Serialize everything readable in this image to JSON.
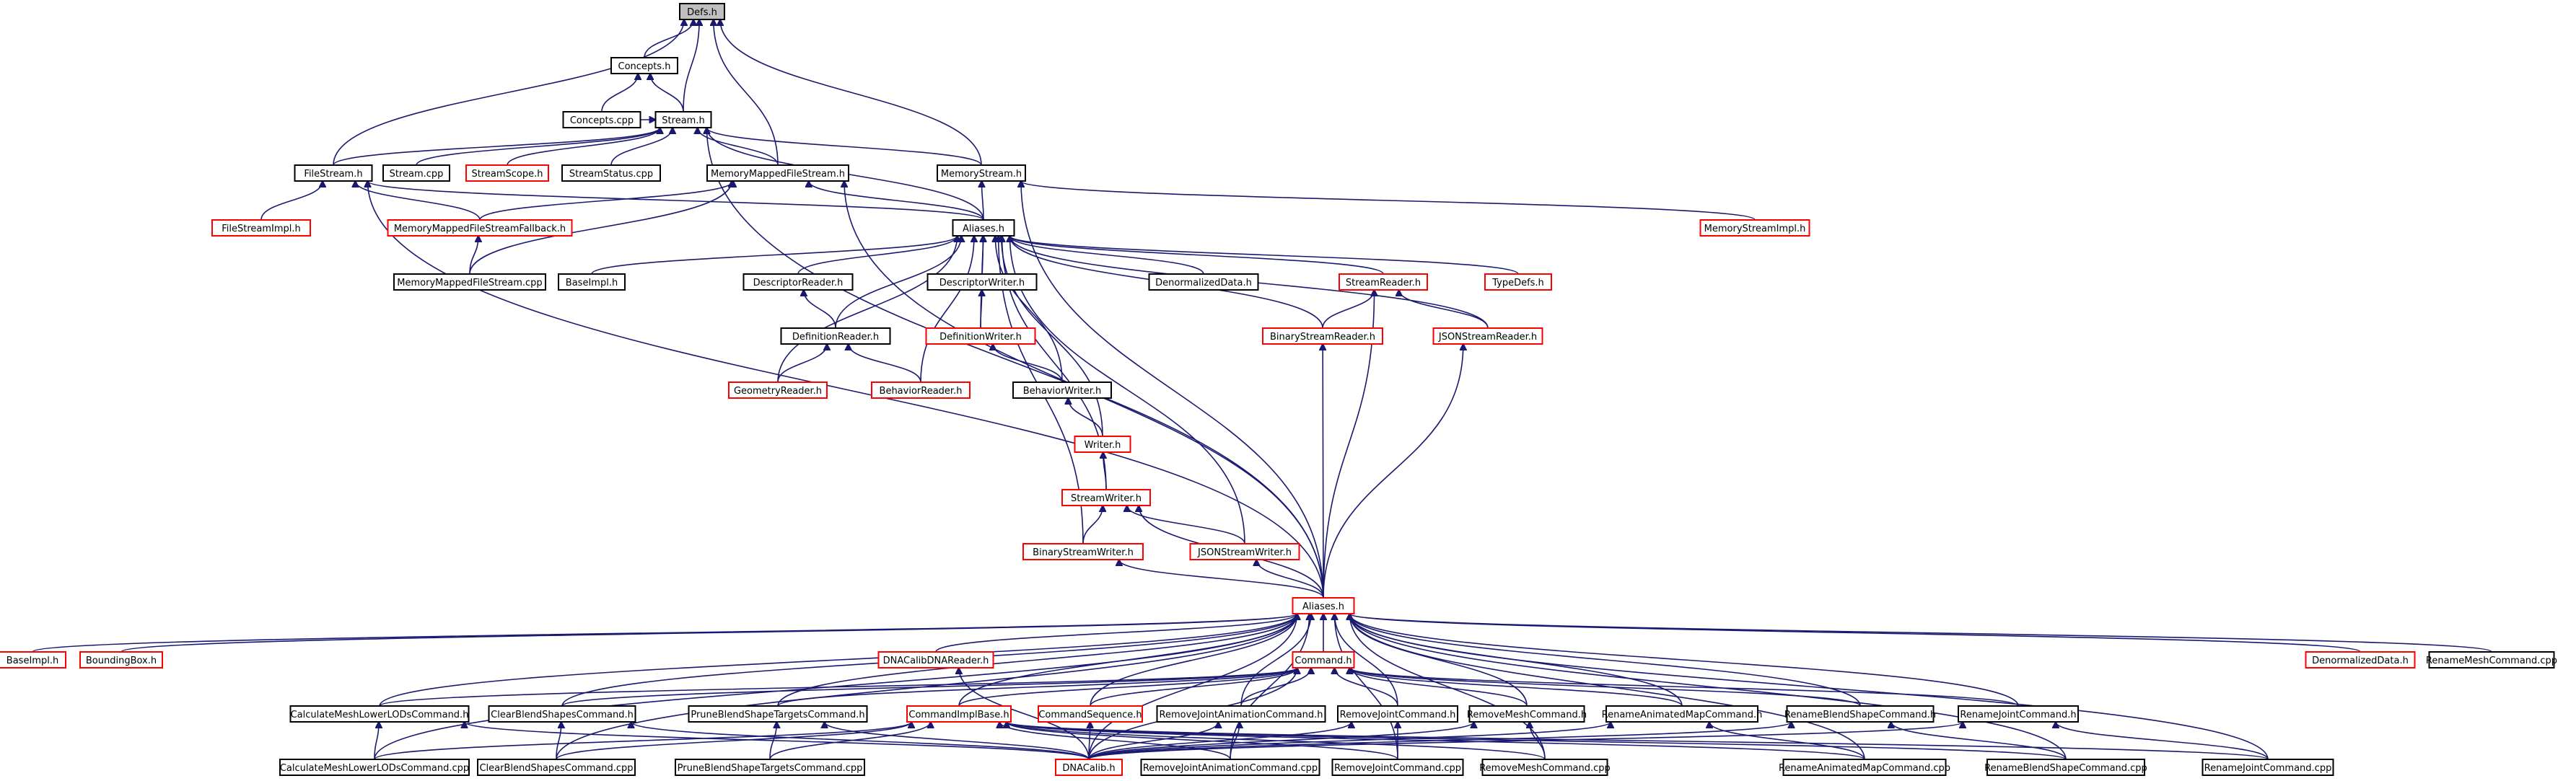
{
  "colors": {
    "edge": "#191970",
    "node_border_black": "#000000",
    "node_border_red": "#ff0000",
    "root_fill": "#bfbfbf",
    "text": "#000000",
    "background": "#ffffff"
  },
  "nodes": [
    {
      "id": "defs_h",
      "label": "Defs.h",
      "border": "black",
      "root": true
    },
    {
      "id": "concepts_h",
      "label": "Concepts.h",
      "border": "black"
    },
    {
      "id": "concepts_cpp",
      "label": "Concepts.cpp",
      "border": "black"
    },
    {
      "id": "stream_h",
      "label": "Stream.h",
      "border": "black"
    },
    {
      "id": "filestream_h",
      "label": "FileStream.h",
      "border": "black"
    },
    {
      "id": "stream_cpp",
      "label": "Stream.cpp",
      "border": "black"
    },
    {
      "id": "streamscope_h",
      "label": "StreamScope.h",
      "border": "red"
    },
    {
      "id": "streamstatus_cpp",
      "label": "StreamStatus.cpp",
      "border": "black"
    },
    {
      "id": "mmfs_h",
      "label": "MemoryMappedFileStream.h",
      "border": "black"
    },
    {
      "id": "memstream_h",
      "label": "MemoryStream.h",
      "border": "black"
    },
    {
      "id": "filestreamimpl_h",
      "label": "FileStreamImpl.h",
      "border": "red"
    },
    {
      "id": "mmfsfallback_h",
      "label": "MemoryMappedFileStreamFallback.h",
      "border": "red"
    },
    {
      "id": "aliases_top",
      "label": "Aliases.h",
      "border": "black"
    },
    {
      "id": "memstreamimpl_h",
      "label": "MemoryStreamImpl.h",
      "border": "red"
    },
    {
      "id": "mmfs_cpp",
      "label": "MemoryMappedFileStream.cpp",
      "border": "black"
    },
    {
      "id": "baseimpl_top",
      "label": "BaseImpl.h",
      "border": "black"
    },
    {
      "id": "descreader_h",
      "label": "DescriptorReader.h",
      "border": "black"
    },
    {
      "id": "descwriter_h",
      "label": "DescriptorWriter.h",
      "border": "black"
    },
    {
      "id": "denormdata_top",
      "label": "DenormalizedData.h",
      "border": "black"
    },
    {
      "id": "streamreader_h",
      "label": "StreamReader.h",
      "border": "red"
    },
    {
      "id": "typedefs_h",
      "label": "TypeDefs.h",
      "border": "red"
    },
    {
      "id": "defreader_h",
      "label": "DefinitionReader.h",
      "border": "black"
    },
    {
      "id": "defwriter_h",
      "label": "DefinitionWriter.h",
      "border": "red"
    },
    {
      "id": "binstreamreader_h",
      "label": "BinaryStreamReader.h",
      "border": "red"
    },
    {
      "id": "jsonstreamreader_h",
      "label": "JSONStreamReader.h",
      "border": "red"
    },
    {
      "id": "geomreader_h",
      "label": "GeometryReader.h",
      "border": "red"
    },
    {
      "id": "behavreader_h",
      "label": "BehaviorReader.h",
      "border": "red"
    },
    {
      "id": "behavwriter_h",
      "label": "BehaviorWriter.h",
      "border": "black"
    },
    {
      "id": "writer_h",
      "label": "Writer.h",
      "border": "red"
    },
    {
      "id": "streamwriter_h",
      "label": "StreamWriter.h",
      "border": "red"
    },
    {
      "id": "binstreamwriter_h",
      "label": "BinaryStreamWriter.h",
      "border": "red"
    },
    {
      "id": "jsonstreamwriter_h",
      "label": "JSONStreamWriter.h",
      "border": "red"
    },
    {
      "id": "aliases_mid",
      "label": "Aliases.h",
      "border": "red"
    },
    {
      "id": "baseimpl_bot",
      "label": "BaseImpl.h",
      "border": "red"
    },
    {
      "id": "boundingbox_h",
      "label": "BoundingBox.h",
      "border": "red"
    },
    {
      "id": "dnacalibdnareader_h",
      "label": "DNACalibDNAReader.h",
      "border": "red"
    },
    {
      "id": "command_h",
      "label": "Command.h",
      "border": "red"
    },
    {
      "id": "denormdata_bot",
      "label": "DenormalizedData.h",
      "border": "red"
    },
    {
      "id": "renamemeshcmd_cpp",
      "label": "RenameMeshCommand.cpp",
      "border": "black"
    },
    {
      "id": "calcmesh_h",
      "label": "CalculateMeshLowerLODsCommand.h",
      "border": "black"
    },
    {
      "id": "clearblend_h",
      "label": "ClearBlendShapesCommand.h",
      "border": "black"
    },
    {
      "id": "pruneblend_h",
      "label": "PruneBlendShapeTargetsCommand.h",
      "border": "black"
    },
    {
      "id": "cmdimplbase_h",
      "label": "CommandImplBase.h",
      "border": "red"
    },
    {
      "id": "cmdseq_h",
      "label": "CommandSequence.h",
      "border": "red"
    },
    {
      "id": "rmjointanim_h",
      "label": "RemoveJointAnimationCommand.h",
      "border": "black"
    },
    {
      "id": "rmjoint_h",
      "label": "RemoveJointCommand.h",
      "border": "black"
    },
    {
      "id": "rmmesh_h",
      "label": "RemoveMeshCommand.h",
      "border": "black"
    },
    {
      "id": "renanimmap_h",
      "label": "RenameAnimatedMapCommand.h",
      "border": "black"
    },
    {
      "id": "renblend_h",
      "label": "RenameBlendShapeCommand.h",
      "border": "black"
    },
    {
      "id": "renjoint_h",
      "label": "RenameJointCommand.h",
      "border": "black"
    },
    {
      "id": "calcmesh_cpp",
      "label": "CalculateMeshLowerLODsCommand.cpp",
      "border": "black"
    },
    {
      "id": "clearblend_cpp",
      "label": "ClearBlendShapesCommand.cpp",
      "border": "black"
    },
    {
      "id": "pruneblend_cpp",
      "label": "PruneBlendShapeTargetsCommand.cpp",
      "border": "black"
    },
    {
      "id": "dnacalib_h",
      "label": "DNACalib.h",
      "border": "red"
    },
    {
      "id": "rmjointanim_cpp",
      "label": "RemoveJointAnimationCommand.cpp",
      "border": "black"
    },
    {
      "id": "rmjoint_cpp",
      "label": "RemoveJointCommand.cpp",
      "border": "black"
    },
    {
      "id": "rmmesh_cpp",
      "label": "RemoveMeshCommand.cpp",
      "border": "black"
    },
    {
      "id": "renanimmap_cpp",
      "label": "RenameAnimatedMapCommand.cpp",
      "border": "black"
    },
    {
      "id": "renblend_cpp",
      "label": "RenameBlendShapeCommand.cpp",
      "border": "black"
    },
    {
      "id": "renjoint_cpp",
      "label": "RenameJointCommand.cpp",
      "border": "black"
    }
  ],
  "edges": [
    [
      "concepts_h",
      "defs_h"
    ],
    [
      "stream_h",
      "defs_h"
    ],
    [
      "filestream_h",
      "defs_h"
    ],
    [
      "mmfs_h",
      "defs_h"
    ],
    [
      "memstream_h",
      "defs_h"
    ],
    [
      "concepts_cpp",
      "concepts_h"
    ],
    [
      "stream_h",
      "concepts_h"
    ],
    [
      "concepts_cpp",
      "stream_h"
    ],
    [
      "filestream_h",
      "stream_h"
    ],
    [
      "stream_cpp",
      "stream_h"
    ],
    [
      "streamscope_h",
      "stream_h"
    ],
    [
      "streamstatus_cpp",
      "stream_h"
    ],
    [
      "mmfs_h",
      "stream_h"
    ],
    [
      "memstream_h",
      "stream_h"
    ],
    [
      "aliases_top",
      "stream_h"
    ],
    [
      "aliases_mid",
      "stream_h"
    ],
    [
      "filestreamimpl_h",
      "filestream_h"
    ],
    [
      "mmfsfallback_h",
      "filestream_h"
    ],
    [
      "aliases_top",
      "filestream_h"
    ],
    [
      "aliases_mid",
      "filestream_h"
    ],
    [
      "mmfsfallback_h",
      "mmfs_h"
    ],
    [
      "aliases_top",
      "mmfs_h"
    ],
    [
      "mmfs_cpp",
      "mmfs_h"
    ],
    [
      "aliases_mid",
      "mmfs_h"
    ],
    [
      "aliases_top",
      "memstream_h"
    ],
    [
      "memstreamimpl_h",
      "memstream_h"
    ],
    [
      "aliases_mid",
      "memstream_h"
    ],
    [
      "mmfs_cpp",
      "mmfsfallback_h"
    ],
    [
      "baseimpl_top",
      "aliases_top"
    ],
    [
      "descreader_h",
      "aliases_top"
    ],
    [
      "descwriter_h",
      "aliases_top"
    ],
    [
      "denormdata_top",
      "aliases_top"
    ],
    [
      "streamreader_h",
      "aliases_top"
    ],
    [
      "typedefs_h",
      "aliases_top"
    ],
    [
      "defreader_h",
      "aliases_top"
    ],
    [
      "defwriter_h",
      "aliases_top"
    ],
    [
      "geomreader_h",
      "aliases_top"
    ],
    [
      "behavreader_h",
      "aliases_top"
    ],
    [
      "behavwriter_h",
      "aliases_top"
    ],
    [
      "writer_h",
      "aliases_top"
    ],
    [
      "binstreamreader_h",
      "aliases_top"
    ],
    [
      "jsonstreamreader_h",
      "aliases_top"
    ],
    [
      "streamwriter_h",
      "aliases_top"
    ],
    [
      "binstreamwriter_h",
      "aliases_top"
    ],
    [
      "jsonstreamwriter_h",
      "aliases_top"
    ],
    [
      "defreader_h",
      "descreader_h"
    ],
    [
      "defwriter_h",
      "descwriter_h"
    ],
    [
      "geomreader_h",
      "defreader_h"
    ],
    [
      "behavreader_h",
      "defreader_h"
    ],
    [
      "behavwriter_h",
      "defwriter_h"
    ],
    [
      "writer_h",
      "behavwriter_h"
    ],
    [
      "streamwriter_h",
      "writer_h"
    ],
    [
      "binstreamwriter_h",
      "streamwriter_h"
    ],
    [
      "jsonstreamwriter_h",
      "streamwriter_h"
    ],
    [
      "aliases_mid",
      "streamwriter_h"
    ],
    [
      "binstreamreader_h",
      "streamreader_h"
    ],
    [
      "jsonstreamreader_h",
      "streamreader_h"
    ],
    [
      "aliases_mid",
      "streamreader_h"
    ],
    [
      "aliases_mid",
      "binstreamreader_h"
    ],
    [
      "aliases_mid",
      "jsonstreamreader_h"
    ],
    [
      "aliases_mid",
      "binstreamwriter_h"
    ],
    [
      "aliases_mid",
      "jsonstreamwriter_h"
    ],
    [
      "baseimpl_bot",
      "aliases_mid"
    ],
    [
      "boundingbox_h",
      "aliases_mid"
    ],
    [
      "dnacalibdnareader_h",
      "aliases_mid"
    ],
    [
      "command_h",
      "aliases_mid"
    ],
    [
      "denormdata_bot",
      "aliases_mid"
    ],
    [
      "renamemeshcmd_cpp",
      "aliases_mid"
    ],
    [
      "calcmesh_h",
      "aliases_mid"
    ],
    [
      "clearblend_h",
      "aliases_mid"
    ],
    [
      "pruneblend_h",
      "aliases_mid"
    ],
    [
      "cmdimplbase_h",
      "aliases_mid"
    ],
    [
      "cmdseq_h",
      "aliases_mid"
    ],
    [
      "rmjointanim_h",
      "aliases_mid"
    ],
    [
      "rmjoint_h",
      "aliases_mid"
    ],
    [
      "rmmesh_h",
      "aliases_mid"
    ],
    [
      "renanimmap_h",
      "aliases_mid"
    ],
    [
      "renblend_h",
      "aliases_mid"
    ],
    [
      "renjoint_h",
      "aliases_mid"
    ],
    [
      "calcmesh_cpp",
      "aliases_mid"
    ],
    [
      "clearblend_cpp",
      "aliases_mid"
    ],
    [
      "dnacalib_h",
      "aliases_mid"
    ],
    [
      "rmjointanim_cpp",
      "aliases_mid"
    ],
    [
      "rmjoint_cpp",
      "aliases_mid"
    ],
    [
      "rmmesh_cpp",
      "aliases_mid"
    ],
    [
      "renanimmap_cpp",
      "aliases_mid"
    ],
    [
      "renblend_cpp",
      "aliases_mid"
    ],
    [
      "renjoint_cpp",
      "aliases_mid"
    ],
    [
      "dnacalib_h",
      "dnacalibdnareader_h"
    ],
    [
      "calcmesh_h",
      "command_h"
    ],
    [
      "clearblend_h",
      "command_h"
    ],
    [
      "pruneblend_h",
      "command_h"
    ],
    [
      "cmdimplbase_h",
      "command_h"
    ],
    [
      "cmdseq_h",
      "command_h"
    ],
    [
      "rmjointanim_h",
      "command_h"
    ],
    [
      "rmjoint_h",
      "command_h"
    ],
    [
      "rmmesh_h",
      "command_h"
    ],
    [
      "renanimmap_h",
      "command_h"
    ],
    [
      "renblend_h",
      "command_h"
    ],
    [
      "renjoint_h",
      "command_h"
    ],
    [
      "dnacalib_h",
      "command_h"
    ],
    [
      "calcmesh_cpp",
      "calcmesh_h"
    ],
    [
      "dnacalib_h",
      "calcmesh_h"
    ],
    [
      "clearblend_cpp",
      "clearblend_h"
    ],
    [
      "dnacalib_h",
      "clearblend_h"
    ],
    [
      "pruneblend_cpp",
      "pruneblend_h"
    ],
    [
      "dnacalib_h",
      "pruneblend_h"
    ],
    [
      "calcmesh_cpp",
      "cmdimplbase_h"
    ],
    [
      "clearblend_cpp",
      "cmdimplbase_h"
    ],
    [
      "pruneblend_cpp",
      "cmdimplbase_h"
    ],
    [
      "rmjointanim_cpp",
      "cmdimplbase_h"
    ],
    [
      "rmjoint_cpp",
      "cmdimplbase_h"
    ],
    [
      "rmmesh_cpp",
      "cmdimplbase_h"
    ],
    [
      "renanimmap_cpp",
      "cmdimplbase_h"
    ],
    [
      "renblend_cpp",
      "cmdimplbase_h"
    ],
    [
      "renjoint_cpp",
      "cmdimplbase_h"
    ],
    [
      "dnacalib_h",
      "cmdseq_h"
    ],
    [
      "rmjointanim_cpp",
      "rmjointanim_h"
    ],
    [
      "dnacalib_h",
      "rmjointanim_h"
    ],
    [
      "rmjoint_cpp",
      "rmjoint_h"
    ],
    [
      "dnacalib_h",
      "rmjoint_h"
    ],
    [
      "rmmesh_cpp",
      "rmmesh_h"
    ],
    [
      "dnacalib_h",
      "rmmesh_h"
    ],
    [
      "renanimmap_cpp",
      "renanimmap_h"
    ],
    [
      "dnacalib_h",
      "renanimmap_h"
    ],
    [
      "renblend_cpp",
      "renblend_h"
    ],
    [
      "dnacalib_h",
      "renblend_h"
    ],
    [
      "renjoint_cpp",
      "renjoint_h"
    ],
    [
      "dnacalib_h",
      "renjoint_h"
    ]
  ]
}
